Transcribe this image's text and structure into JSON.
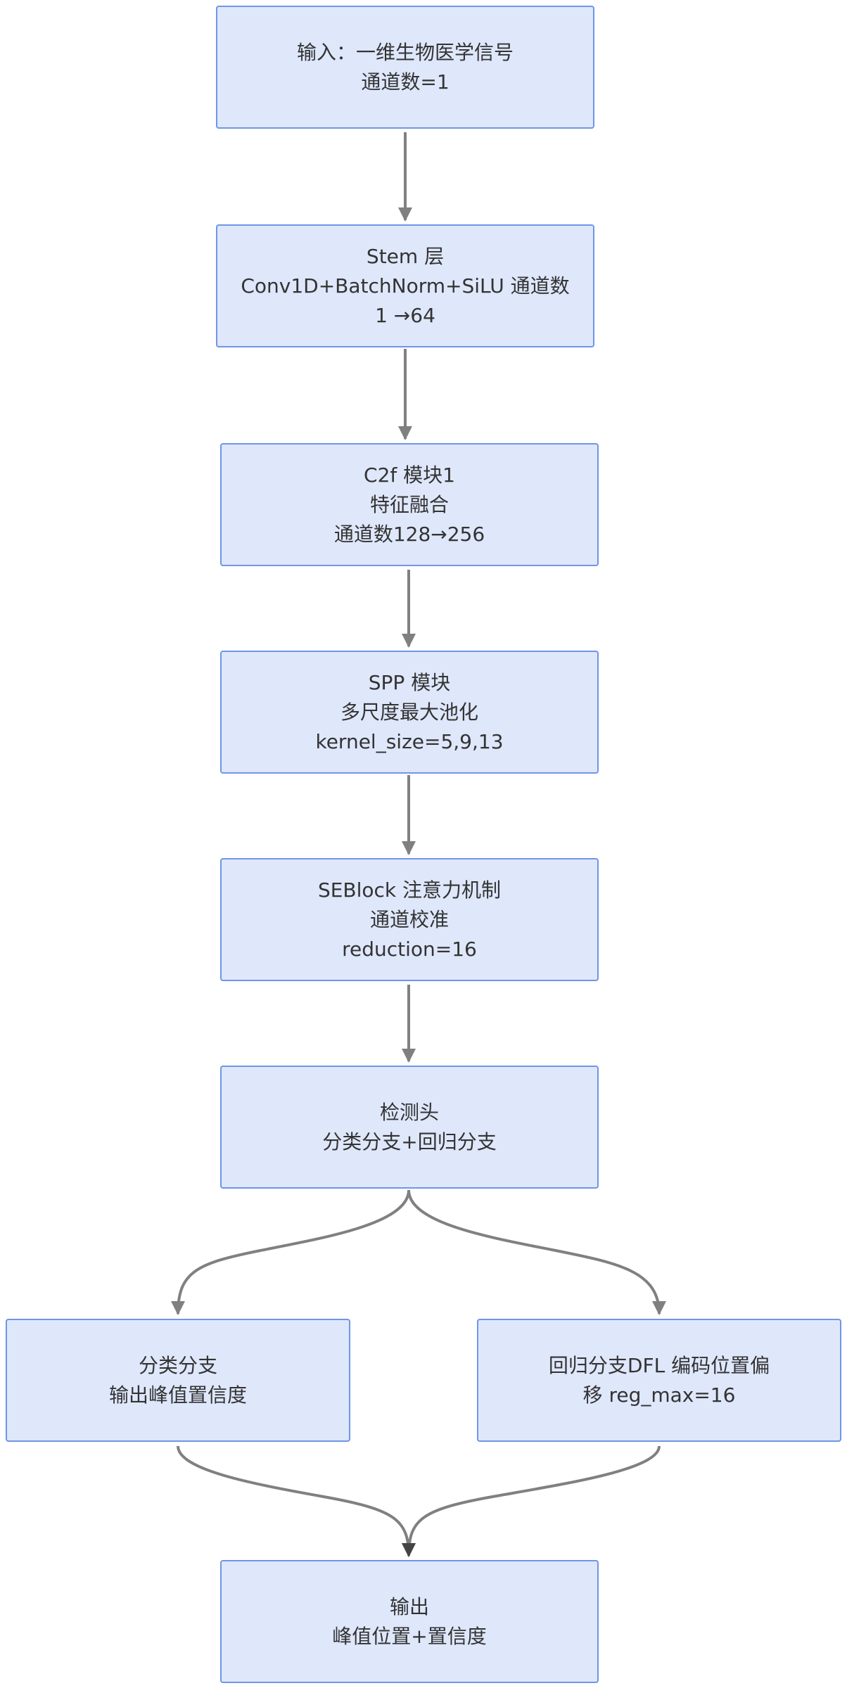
{
  "nodes": {
    "input": {
      "line1": "输入：一维生物医学信号",
      "line2": "通道数=1"
    },
    "stem": {
      "line1": "Stem 层",
      "line2": "Conv1D+BatchNorm+SiLU 通道数",
      "line3": "1 →64"
    },
    "c2f": {
      "line1": "C2f 模块1",
      "line2": "特征融合",
      "line3": "通道数128→256"
    },
    "spp": {
      "line1": "SPP 模块",
      "line2": "多尺度最大池化",
      "line3": "kernel_size=5,9,13"
    },
    "seblock": {
      "line1": "SEBlock 注意力机制",
      "line2": "通道校准",
      "line3": "reduction=16"
    },
    "head": {
      "line1": "检测头",
      "line2": "分类分支+回归分支"
    },
    "cls_branch": {
      "line1": "分类分支",
      "line2": "输出峰值置信度"
    },
    "reg_branch": {
      "line1": "回归分支DFL 编码位置偏",
      "line2": "移 reg_max=16"
    },
    "output": {
      "line1": "输出",
      "line2": "峰值位置+置信度"
    }
  },
  "colors": {
    "node_fill": "#dfe7fb",
    "node_border": "#6f96e6",
    "edge": "#808080",
    "merge_arrowhead": "#444444",
    "text": "#333333"
  }
}
